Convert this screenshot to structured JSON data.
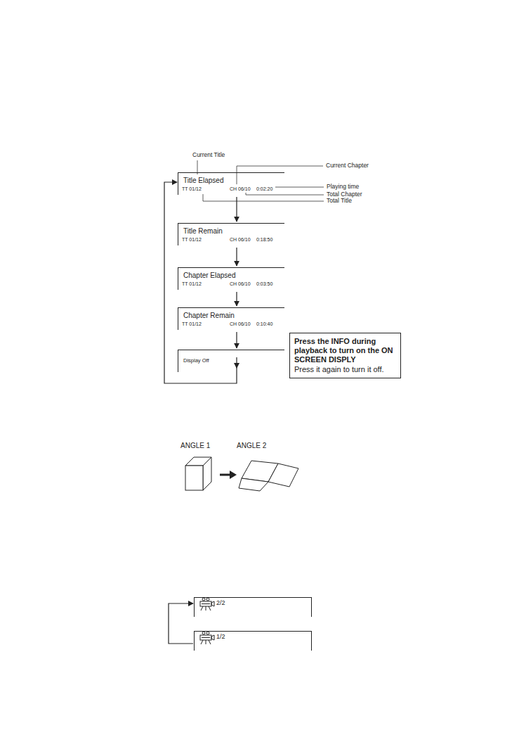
{
  "diagram": {
    "nodes": [
      {
        "text": [
          "Title Elapsed",
          "TT 01/12",
          "CH 06/10",
          "0:02:20"
        ]
      },
      {
        "text": [
          "Title Remain",
          "TT 01/12",
          "CH 06/10",
          "0:18:50"
        ]
      },
      {
        "text": [
          "Chapter Elapsed",
          "TT 01/12",
          "CH 06/10",
          "0:03:50"
        ]
      },
      {
        "text": [
          "Chapter Remain",
          "TT 01/12",
          "CH 06/10",
          "0:10:40"
        ]
      },
      {
        "text": [
          "Display Off"
        ]
      },
      {
        "text": [
          "Press the INFO during playback to turn on the ON SCREEN DISPLY",
          "Press it again to turn it off."
        ]
      },
      {
        "text": [
          "2/2"
        ]
      },
      {
        "text": [
          "1/2"
        ]
      }
    ],
    "edges": [
      {
        "from": 0,
        "to": 1,
        "arrow": "to"
      },
      {
        "from": 1,
        "to": 2,
        "arrow": "to"
      },
      {
        "from": 2,
        "to": 3,
        "arrow": "to"
      },
      {
        "from": 3,
        "to": 4,
        "arrow": "to"
      },
      {
        "from": 4,
        "to": 0,
        "arrow": "to"
      },
      {
        "from": 7,
        "to": 6,
        "arrow": "to"
      }
    ],
    "labels": [
      "Current Title",
      "Current Chapter",
      "Playing time",
      "Total Chapter",
      "Total Title",
      "ANGLE 1",
      "ANGLE 2"
    ]
  }
}
